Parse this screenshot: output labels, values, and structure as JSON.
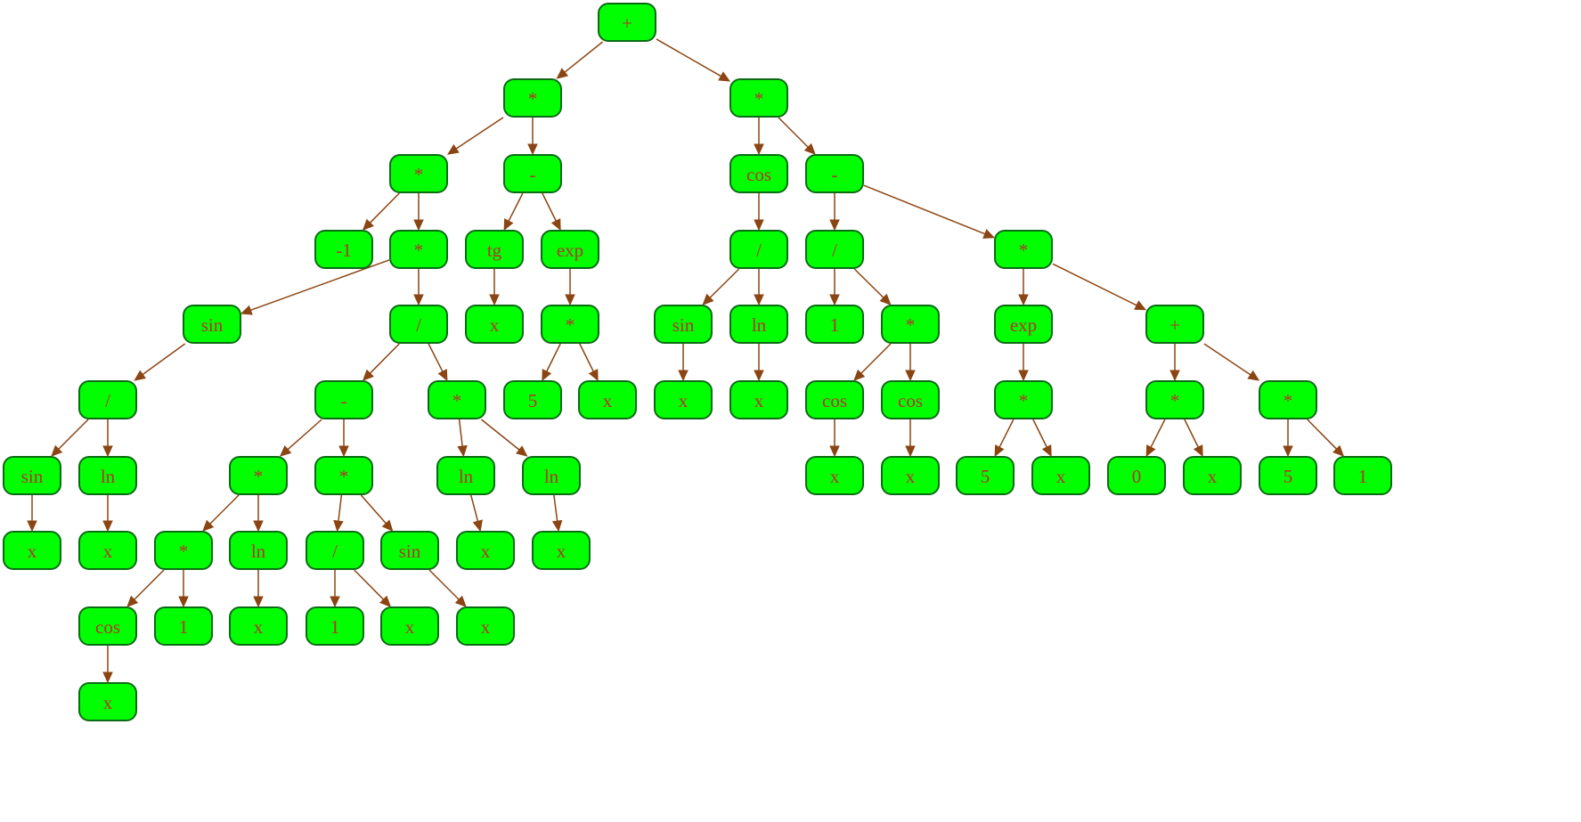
{
  "diagram": {
    "type": "expression-tree",
    "colors": {
      "node_fill": "#00ff00",
      "node_border": "#0b6b14",
      "label": "#b5332c",
      "edge": "#8b4513",
      "background": "#ffffff"
    },
    "nodes": [
      {
        "id": "n0",
        "label": "+"
      },
      {
        "id": "n1",
        "label": "*"
      },
      {
        "id": "n2",
        "label": "*"
      },
      {
        "id": "n3",
        "label": "-1"
      },
      {
        "id": "n4",
        "label": "*"
      },
      {
        "id": "n5",
        "label": "sin"
      },
      {
        "id": "n6",
        "label": "/"
      },
      {
        "id": "n7",
        "label": "sin"
      },
      {
        "id": "n8",
        "label": "x"
      },
      {
        "id": "n9",
        "label": "ln"
      },
      {
        "id": "n10",
        "label": "x"
      },
      {
        "id": "n11",
        "label": "/"
      },
      {
        "id": "n12",
        "label": "-"
      },
      {
        "id": "n13",
        "label": "*"
      },
      {
        "id": "n14",
        "label": "*"
      },
      {
        "id": "n15",
        "label": "*"
      },
      {
        "id": "n16",
        "label": "cos"
      },
      {
        "id": "n17",
        "label": "x"
      },
      {
        "id": "n18",
        "label": "1"
      },
      {
        "id": "n19",
        "label": "ln"
      },
      {
        "id": "n20",
        "label": "x"
      },
      {
        "id": "n21",
        "label": "*"
      },
      {
        "id": "n22",
        "label": "/"
      },
      {
        "id": "n23",
        "label": "1"
      },
      {
        "id": "n24",
        "label": "x"
      },
      {
        "id": "n25",
        "label": "sin"
      },
      {
        "id": "n26",
        "label": "x"
      },
      {
        "id": "n27",
        "label": "*"
      },
      {
        "id": "n28",
        "label": "ln"
      },
      {
        "id": "n29",
        "label": "x"
      },
      {
        "id": "n30",
        "label": "ln"
      },
      {
        "id": "n31",
        "label": "x"
      },
      {
        "id": "n32",
        "label": "-"
      },
      {
        "id": "n33",
        "label": "tg"
      },
      {
        "id": "n34",
        "label": "x"
      },
      {
        "id": "n35",
        "label": "exp"
      },
      {
        "id": "n36",
        "label": "*"
      },
      {
        "id": "n37",
        "label": "5"
      },
      {
        "id": "n38",
        "label": "x"
      },
      {
        "id": "n39",
        "label": "*"
      },
      {
        "id": "n40",
        "label": "cos"
      },
      {
        "id": "n41",
        "label": "/"
      },
      {
        "id": "n42",
        "label": "sin"
      },
      {
        "id": "n43",
        "label": "x"
      },
      {
        "id": "n44",
        "label": "ln"
      },
      {
        "id": "n45",
        "label": "x"
      },
      {
        "id": "n46",
        "label": "-"
      },
      {
        "id": "n47",
        "label": "/"
      },
      {
        "id": "n48",
        "label": "1"
      },
      {
        "id": "n49",
        "label": "*"
      },
      {
        "id": "n50",
        "label": "cos"
      },
      {
        "id": "n51",
        "label": "x"
      },
      {
        "id": "n52",
        "label": "cos"
      },
      {
        "id": "n53",
        "label": "x"
      },
      {
        "id": "n54",
        "label": "*"
      },
      {
        "id": "n55",
        "label": "exp"
      },
      {
        "id": "n56",
        "label": "*"
      },
      {
        "id": "n57",
        "label": "5"
      },
      {
        "id": "n58",
        "label": "x"
      },
      {
        "id": "n59",
        "label": "+"
      },
      {
        "id": "n60",
        "label": "*"
      },
      {
        "id": "n61",
        "label": "0"
      },
      {
        "id": "n62",
        "label": "x"
      },
      {
        "id": "n63",
        "label": "*"
      },
      {
        "id": "n64",
        "label": "5"
      },
      {
        "id": "n65",
        "label": "1"
      }
    ],
    "edges": [
      [
        "n0",
        "n1"
      ],
      [
        "n0",
        "n39"
      ],
      [
        "n1",
        "n2"
      ],
      [
        "n1",
        "n32"
      ],
      [
        "n2",
        "n3"
      ],
      [
        "n2",
        "n4"
      ],
      [
        "n4",
        "n5"
      ],
      [
        "n4",
        "n11"
      ],
      [
        "n5",
        "n6"
      ],
      [
        "n6",
        "n7"
      ],
      [
        "n6",
        "n9"
      ],
      [
        "n7",
        "n8"
      ],
      [
        "n9",
        "n10"
      ],
      [
        "n11",
        "n12"
      ],
      [
        "n11",
        "n27"
      ],
      [
        "n12",
        "n13"
      ],
      [
        "n12",
        "n21"
      ],
      [
        "n13",
        "n14"
      ],
      [
        "n13",
        "n19"
      ],
      [
        "n14",
        "n16"
      ],
      [
        "n14",
        "n18"
      ],
      [
        "n16",
        "n17"
      ],
      [
        "n19",
        "n20"
      ],
      [
        "n21",
        "n22"
      ],
      [
        "n21",
        "n25"
      ],
      [
        "n22",
        "n23"
      ],
      [
        "n22",
        "n24"
      ],
      [
        "n25",
        "n26"
      ],
      [
        "n27",
        "n28"
      ],
      [
        "n27",
        "n30"
      ],
      [
        "n28",
        "n29"
      ],
      [
        "n30",
        "n31"
      ],
      [
        "n32",
        "n33"
      ],
      [
        "n32",
        "n35"
      ],
      [
        "n33",
        "n34"
      ],
      [
        "n35",
        "n36"
      ],
      [
        "n36",
        "n37"
      ],
      [
        "n36",
        "n38"
      ],
      [
        "n39",
        "n40"
      ],
      [
        "n39",
        "n46"
      ],
      [
        "n40",
        "n41"
      ],
      [
        "n41",
        "n42"
      ],
      [
        "n41",
        "n44"
      ],
      [
        "n42",
        "n43"
      ],
      [
        "n44",
        "n45"
      ],
      [
        "n46",
        "n47"
      ],
      [
        "n46",
        "n54"
      ],
      [
        "n47",
        "n48"
      ],
      [
        "n47",
        "n49"
      ],
      [
        "n49",
        "n50"
      ],
      [
        "n49",
        "n52"
      ],
      [
        "n50",
        "n51"
      ],
      [
        "n52",
        "n53"
      ],
      [
        "n54",
        "n55"
      ],
      [
        "n54",
        "n59"
      ],
      [
        "n55",
        "n56"
      ],
      [
        "n56",
        "n57"
      ],
      [
        "n56",
        "n58"
      ],
      [
        "n59",
        "n60"
      ],
      [
        "n59",
        "n63"
      ],
      [
        "n60",
        "n61"
      ],
      [
        "n60",
        "n62"
      ],
      [
        "n63",
        "n64"
      ],
      [
        "n63",
        "n65"
      ]
    ]
  }
}
